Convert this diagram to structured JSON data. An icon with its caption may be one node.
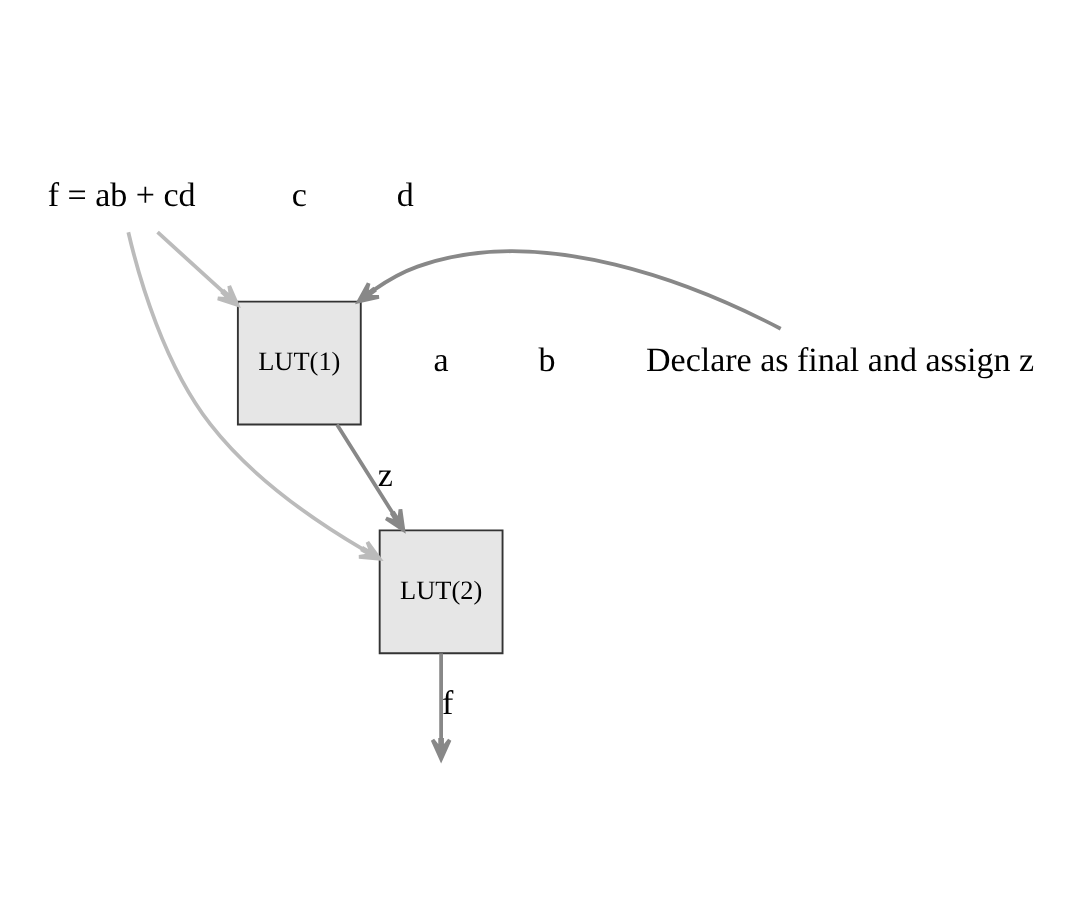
{
  "diagram": {
    "nodes": [
      {
        "text": [
          "f = ab + cd"
        ]
      },
      {
        "text": [
          "LUT(1)"
        ]
      },
      {
        "text": [
          "LUT(2)"
        ]
      },
      {
        "text": [
          "Declare as final and assign z"
        ]
      }
    ],
    "edges": [
      {
        "from": 0,
        "to": 1,
        "arrow": "to",
        "color": "#bbbbbb"
      },
      {
        "from": 0,
        "to": 2,
        "arrow": "to",
        "color": "#bbbbbb"
      },
      {
        "from": 3,
        "to": 1,
        "arrow": "to"
      },
      {
        "from": 1,
        "to": 2,
        "arrow": "to",
        "label": "z"
      },
      {
        "from": 2,
        "to": null,
        "arrow": "to",
        "label": "f"
      }
    ],
    "labels": [
      "c",
      "d",
      "a",
      "b"
    ]
  }
}
